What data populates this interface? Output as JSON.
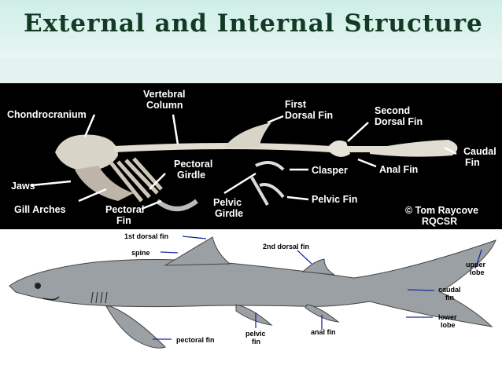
{
  "title": "External and Internal  Structure",
  "photo_labels": {
    "chondrocranium": "Chondrocranium",
    "vertebral_column_1": "Vertebral",
    "vertebral_column_2": "Column",
    "first_dorsal_1": "First",
    "first_dorsal_2": "Dorsal Fin",
    "second_dorsal_1": "Second",
    "second_dorsal_2": "Dorsal Fin",
    "caudal_1": "Caudal",
    "caudal_2": "Fin",
    "pectoral_girdle_1": "Pectoral",
    "pectoral_girdle_2": "Girdle",
    "jaws": "Jaws",
    "gill_arches": "Gill Arches",
    "pectoral_fin_1": "Pectoral",
    "pectoral_fin_2": "Fin",
    "pelvic_girdle_1": "Pelvic",
    "pelvic_girdle_2": "Girdle",
    "clasper": "Clasper",
    "pelvic_fin": "Pelvic Fin",
    "anal_fin": "Anal Fin",
    "credit_1": "© Tom Raycove",
    "credit_2": "RQCSR"
  },
  "drawing_labels": {
    "first_dorsal": "1st dorsal fin",
    "spine": "spine",
    "second_dorsal": "2nd dorsal fin",
    "upper_lobe_1": "upper",
    "upper_lobe_2": "lobe",
    "caudal_1": "caudal",
    "caudal_2": "fin",
    "lower_lobe_1": "lower",
    "lower_lobe_2": "lobe",
    "pectoral": "pectoral fin",
    "pelvic_1": "pelvic",
    "pelvic_2": "fin",
    "anal": "anal fin"
  },
  "colors": {
    "title": "#123a24",
    "shark_body": "#9aa0a4",
    "arrow_blue": "#1a2aa0"
  }
}
